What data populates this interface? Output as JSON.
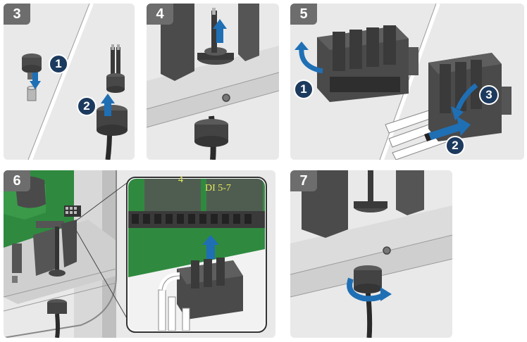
{
  "steps": [
    {
      "number": "3",
      "markers": [
        "1",
        "2"
      ]
    },
    {
      "number": "4",
      "markers": []
    },
    {
      "number": "5",
      "markers": [
        "1",
        "2",
        "3"
      ]
    },
    {
      "number": "6",
      "markers": [],
      "detail_label": "DI 5-7",
      "detail_label_partial": "4"
    },
    {
      "number": "7",
      "markers": []
    }
  ],
  "colors": {
    "panel_bg": "#e9e9e9",
    "badge_bg": "#6d6d6d",
    "marker_bg": "#1c3a5e",
    "arrow_blue": "#1f6fb5",
    "pcb_green": "#2f8a3f",
    "part_dark": "#4b4b4b"
  },
  "icons": [
    "arrow-down-icon",
    "arrow-up-icon",
    "arrow-curved-icon",
    "rotate-arrow-icon"
  ]
}
